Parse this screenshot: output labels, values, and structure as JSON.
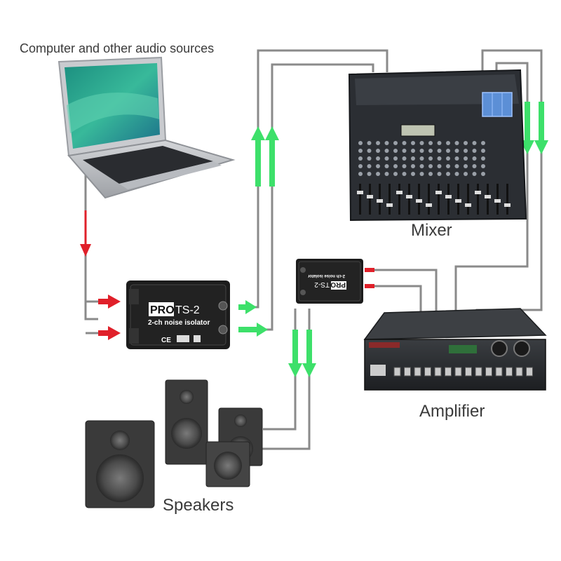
{
  "labels": {
    "sources": "Computer and other audio sources",
    "mixer": "Mixer",
    "amplifier": "Amplifier",
    "speakers": "Speakers"
  },
  "isolator": {
    "brand": "PRO",
    "model": "TS-2",
    "subtitle": "2-ch noise isolator",
    "ce_mark": "CE"
  },
  "colors": {
    "cable": "#8a8a8a",
    "arrow_input": "#e0202a",
    "arrow_output": "#3de06a",
    "device_body": "#1c1c1c",
    "mixer_body": "#2b2e33",
    "amplifier_body": "#26282b",
    "speaker_body": "#3a3a3a"
  },
  "icons": [
    "laptop-icon",
    "mixer-icon",
    "noise-isolator-icon",
    "amplifier-icon",
    "speaker-icon"
  ]
}
